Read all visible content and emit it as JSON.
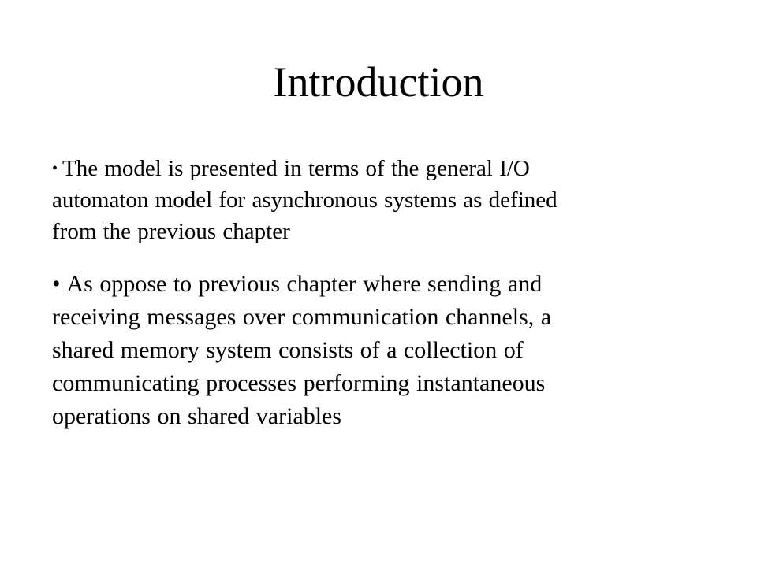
{
  "slide": {
    "title": "Introduction",
    "bullets": [
      {
        "marker": "•",
        "lines": [
          "The model is presented in terms of the general I/O",
          "automaton model for asynchronous systems as defined",
          "from the previous chapter"
        ]
      },
      {
        "marker": "•",
        "lines": [
          "As oppose to previous chapter where sending and",
          "receiving messages over communication channels, a",
          "shared memory system consists of a collection of",
          "communicating processes performing instantaneous",
          "operations on shared variables"
        ]
      }
    ]
  }
}
